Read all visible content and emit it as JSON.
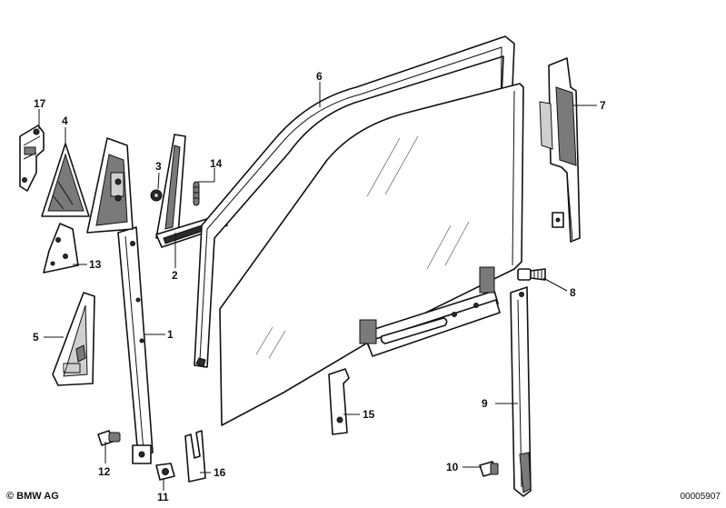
{
  "parts": [
    {
      "id": "p1",
      "number": "1"
    },
    {
      "id": "p2",
      "number": "2"
    },
    {
      "id": "p3",
      "number": "3"
    },
    {
      "id": "p4",
      "number": "4"
    },
    {
      "id": "p5",
      "number": "5"
    },
    {
      "id": "p6",
      "number": "6"
    },
    {
      "id": "p7",
      "number": "7"
    },
    {
      "id": "p8",
      "number": "8"
    },
    {
      "id": "p9",
      "number": "9"
    },
    {
      "id": "p10",
      "number": "10"
    },
    {
      "id": "p11",
      "number": "11"
    },
    {
      "id": "p12",
      "number": "12"
    },
    {
      "id": "p13",
      "number": "13"
    },
    {
      "id": "p14",
      "number": "14"
    },
    {
      "id": "p15",
      "number": "15"
    },
    {
      "id": "p16",
      "number": "16"
    },
    {
      "id": "p17",
      "number": "17"
    }
  ],
  "footer": {
    "copyright": "© BMW AG",
    "diagram_number": "00005907"
  }
}
